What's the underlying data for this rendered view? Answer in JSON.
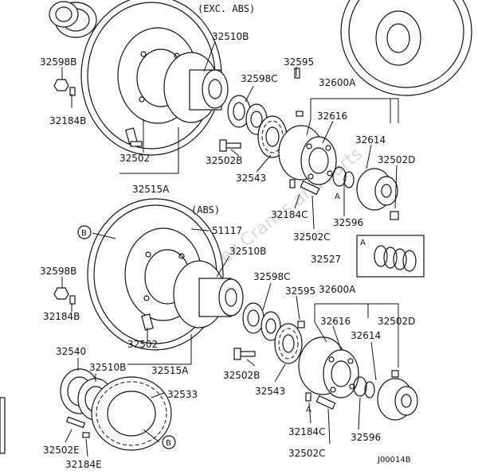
{
  "diagram": {
    "headers": {
      "upper": "(EXC. ABS)",
      "lower": "(ABS)"
    },
    "figure_code": "J00014B",
    "watermark": "Gil Gonzalez Cranes and Parts",
    "callouts": {
      "b": "B",
      "a": "A"
    },
    "labels": {
      "u_32598B": "32598B",
      "u_32184B": "32184B",
      "u_32510B": "32510B",
      "u_32595": "32595",
      "u_32598C": "32598C",
      "u_32600A": "32600A",
      "u_32616": "32616",
      "u_32614": "32614",
      "u_32502D": "32502D",
      "u_32502B": "32502B",
      "u_32543": "32543",
      "u_32502": "32502",
      "u_32515A": "32515A",
      "u_32184C": "32184C",
      "u_32596": "32596",
      "u_32502C": "32502C",
      "l_51117": "51117",
      "l_32510B": "32510B",
      "l_32527": "32527",
      "l_32598B": "32598B",
      "l_32184B": "32184B",
      "l_32598C": "32598C",
      "l_32595": "32595",
      "l_32600A": "32600A",
      "l_32616": "32616",
      "l_32502D": "32502D",
      "l_32614": "32614",
      "l_32502": "32502",
      "l_32515A": "32515A",
      "l_32540": "32540",
      "l_32510B_2": "32510B",
      "l_32533": "32533",
      "l_32502B": "32502B",
      "l_32543": "32543",
      "l_32184C": "32184C",
      "l_32596": "32596",
      "l_32502E": "32502E",
      "l_32184E": "32184E",
      "l_32502C": "32502C"
    }
  }
}
